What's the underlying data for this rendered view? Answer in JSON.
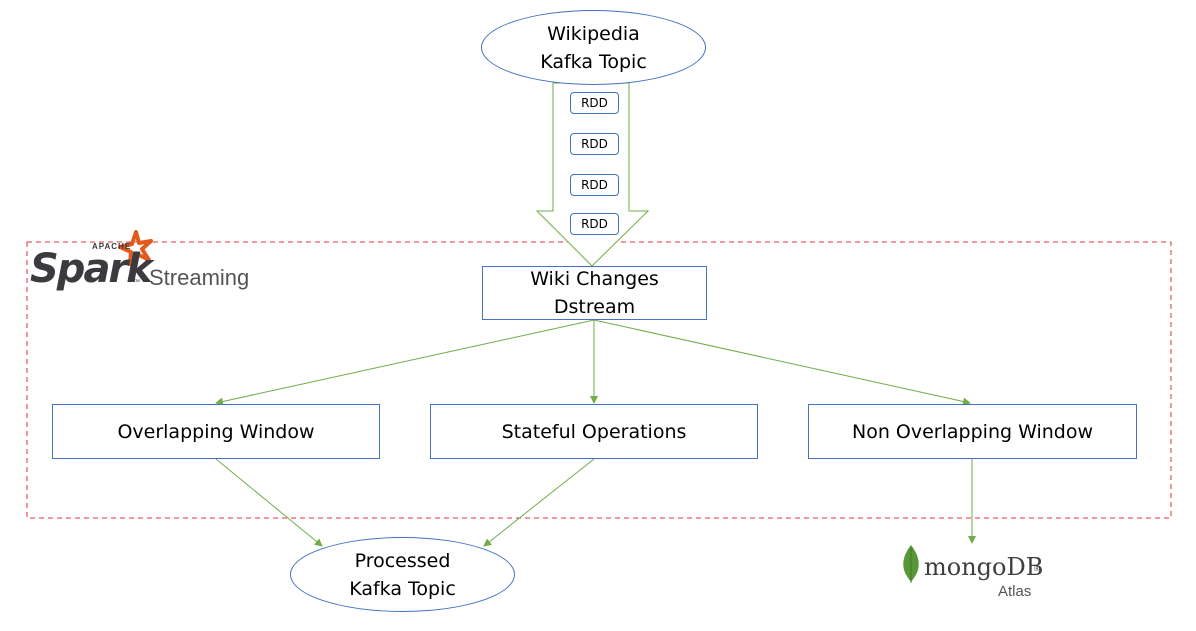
{
  "source": {
    "line1": "Wikipedia",
    "line2": "Kafka Topic"
  },
  "rdd_label": "RDD",
  "rdds": [
    "RDD",
    "RDD",
    "RDD",
    "RDD"
  ],
  "spark_logo": {
    "apache": "APACHE",
    "word": "Spark",
    "tm": "™",
    "subtitle": "Streaming"
  },
  "dstream": {
    "line1": "Wiki Changes",
    "line2": "Dstream"
  },
  "operations": {
    "overlapping": "Overlapping Window",
    "stateful": "Stateful Operations",
    "non_overlapping": "Non Overlapping Window"
  },
  "sink": {
    "line1": "Processed",
    "line2": "Kafka Topic"
  },
  "mongo": {
    "word": "mongoDB",
    "registered": "®",
    "sub": "Atlas"
  },
  "colors": {
    "node_border": "#4472c4",
    "arrow": "#70ad47",
    "boundary": "#e0303a",
    "spark_orange": "#e25a1c",
    "mongo_green": "#589636"
  }
}
